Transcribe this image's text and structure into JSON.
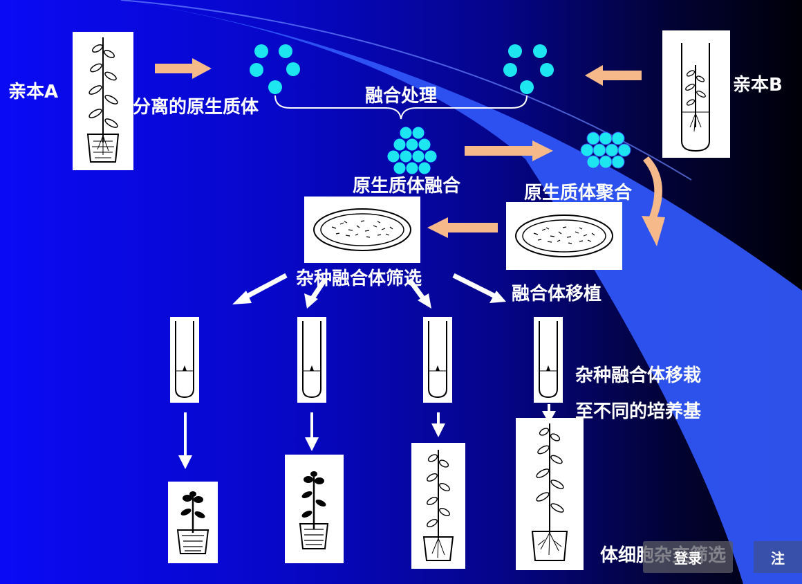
{
  "diagram": {
    "parent_a": "亲本A",
    "parent_b": "亲本B",
    "isolated_protoplasts": "分离的原生质体",
    "fusion_treatment": "融合处理",
    "protoplast_fusion": "原生质体融合",
    "protoplast_aggregation": "原生质体聚合",
    "hybrid_screening": "杂种融合体筛选",
    "fusion_transplant": "融合体移植",
    "transplant_line1": "杂种融合体移栽",
    "transplant_line2": "至不同的培养基",
    "footer_title": "体细胞杂交筛选"
  },
  "overlay": {
    "login": "登录",
    "register": "注"
  },
  "colors": {
    "protoplast": "#1ee6f0",
    "arrow_peach": "#f5b98a",
    "light_blue_band": "#3b62ff"
  }
}
